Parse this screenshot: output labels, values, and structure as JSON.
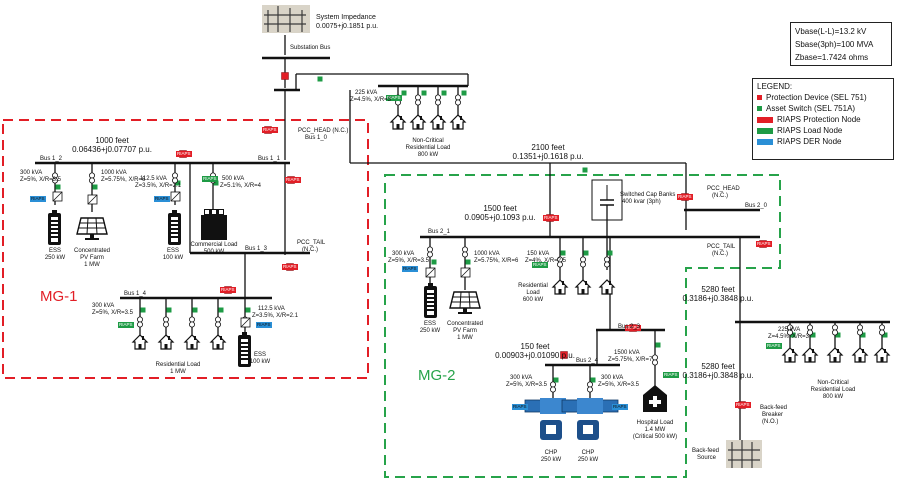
{
  "title_base": {
    "vbase": "Vbase(L-L)=13.2 kV",
    "sbase": "Sbase(3ph)=100 MVA",
    "zbase": "Zbase=1.7424 ohms"
  },
  "legend": {
    "title": "LEGEND:",
    "protection_device": "Protection Device (SEL 751)",
    "asset_switch": "Asset Switch (SEL 751A)",
    "riaps_protection": "RIAPS Protection Node",
    "riaps_load": "RIAPS Load Node",
    "riaps_der": "RIAPS DER Node",
    "riaps_label": "RIAPS"
  },
  "colors": {
    "red": "#e21e26",
    "green": "#1e9b45",
    "blue": "#2a8fd6"
  },
  "substation": {
    "impedance_title": "System Impedance",
    "impedance_value": "0.0075+j0.1851 p.u.",
    "bus": "Substation Bus"
  },
  "feeders": {
    "f1_len": "1000 feet",
    "f1_z": "0.06436+j0.07707 p.u.",
    "f2_len": "2100 feet",
    "f2_z": "0.1351+j0.1618 p.u.",
    "f3_len": "1500 feet",
    "f3_z": "0.0905+j0.1093 p.u.",
    "f4_len": "5280 feet",
    "f4_z": "0.3186+j0.3848 p.u.",
    "f5_len": "5280 feet",
    "f5_z": "0.3186+j0.3848 p.u.",
    "f6_len": "150 feet",
    "f6_z": "0.00903+j0.01090 p.u."
  },
  "mg1": {
    "label": "MG-1",
    "pcc_head": "PCC_HEAD (N.C.)",
    "bus_0": "Bus 1_0",
    "bus_1": "Bus 1_1",
    "bus_2": "Bus 1_2",
    "bus_3": "Bus 1_3",
    "bus_4": "Bus 1_4",
    "pcc_tail": "PCC_TAIL",
    "pcc_tail_state": "(N.C.)",
    "ess1_tx": "300 kVA",
    "ess1_tx_z": "Z=5%, X/R=3.5",
    "ess1": "ESS",
    "ess1_kw": "250 kW",
    "pv_tx": "1000 kVA",
    "pv_tx_z": "Z=5.75%, X/R=6",
    "pv": "Concentrated",
    "pv2": "PV Farm",
    "pv_mw": "1 MW",
    "ess2_tx": "112.5 kVA",
    "ess2_tx_z": "Z=3.5%, X/R=2.1",
    "ess2": "ESS",
    "ess2_kw": "100 kW",
    "com_tx": "500 kVA",
    "com_tx_z": "Z=5.1%, X/R=4",
    "com": "Commercial Load",
    "com_kw": "500 kW",
    "res_tx": "300 kVA",
    "res_tx_z": "Z=5%, X/R=3.5",
    "res": "Residential Load",
    "res_mw": "1 MW",
    "ess3_tx": "112.5 kVA",
    "ess3_tx_z": "Z=3.5%, X/R=2.1",
    "ess3": "ESS",
    "ess3_kw": "100 kW"
  },
  "noncrit1": {
    "tx": "225 kVA",
    "tx_z": "Z=4.5%, X/R=3",
    "label": "Non-Critical",
    "label2": "Residential Load",
    "kw": "800 kW"
  },
  "mg2": {
    "label": "MG-2",
    "bus_1": "Bus 2_1",
    "bus_3": "Bus 2_3",
    "bus_4": "Bus 2_4",
    "ess_tx": "300 kVA",
    "ess_tx_z": "Z=5%, X/R=3.5",
    "ess": "ESS",
    "ess_kw": "250 kW",
    "pv_tx": "1000 kVA",
    "pv_tx_z": "Z=5.75%, X/R=6",
    "pv": "Concentrated",
    "pv2": "PV Farm",
    "pv_mw": "1 MW",
    "res_tx": "150 kVA",
    "res_tx_z": "Z=4%, X/R=2.5",
    "res": "Residential",
    "res2": "Load",
    "res_kw": "600 kW",
    "cap": "Switched Cap Banks",
    "cap_kvar": "400 kvar (3ph)",
    "chp1_tx": "300 kVA",
    "chp1_tx_z": "Z=5%, X/R=3.5",
    "chp2_tx": "300 kVA",
    "chp2_tx_z": "Z=5%, X/R=3.5",
    "chp": "CHP",
    "chp_kw": "250 kW",
    "hosp_tx": "1500 kVA",
    "hosp_tx_z": "Z=5.75%, X/R=7",
    "hosp": "Hospital Load",
    "hosp_mw": "1.4 MW",
    "hosp_crit": "(Critical 500 kW)"
  },
  "right": {
    "pcc_head": "PCC_HEAD",
    "pcc_head_state": "(N.C.)",
    "bus_0": "Bus 2_0",
    "pcc_tail": "PCC_TAIL",
    "pcc_tail_state": "(N.C.)",
    "nc_tx": "225 kVA",
    "nc_tx_z": "Z=4.5%, X/R=3",
    "nc": "Non-Critical",
    "nc2": "Residential Load",
    "nc_kw": "800 kW",
    "breaker": "Back-feed",
    "breaker2": "Breaker",
    "breaker3": "(N.O.)",
    "source": "Back-feed",
    "source2": "Source"
  }
}
